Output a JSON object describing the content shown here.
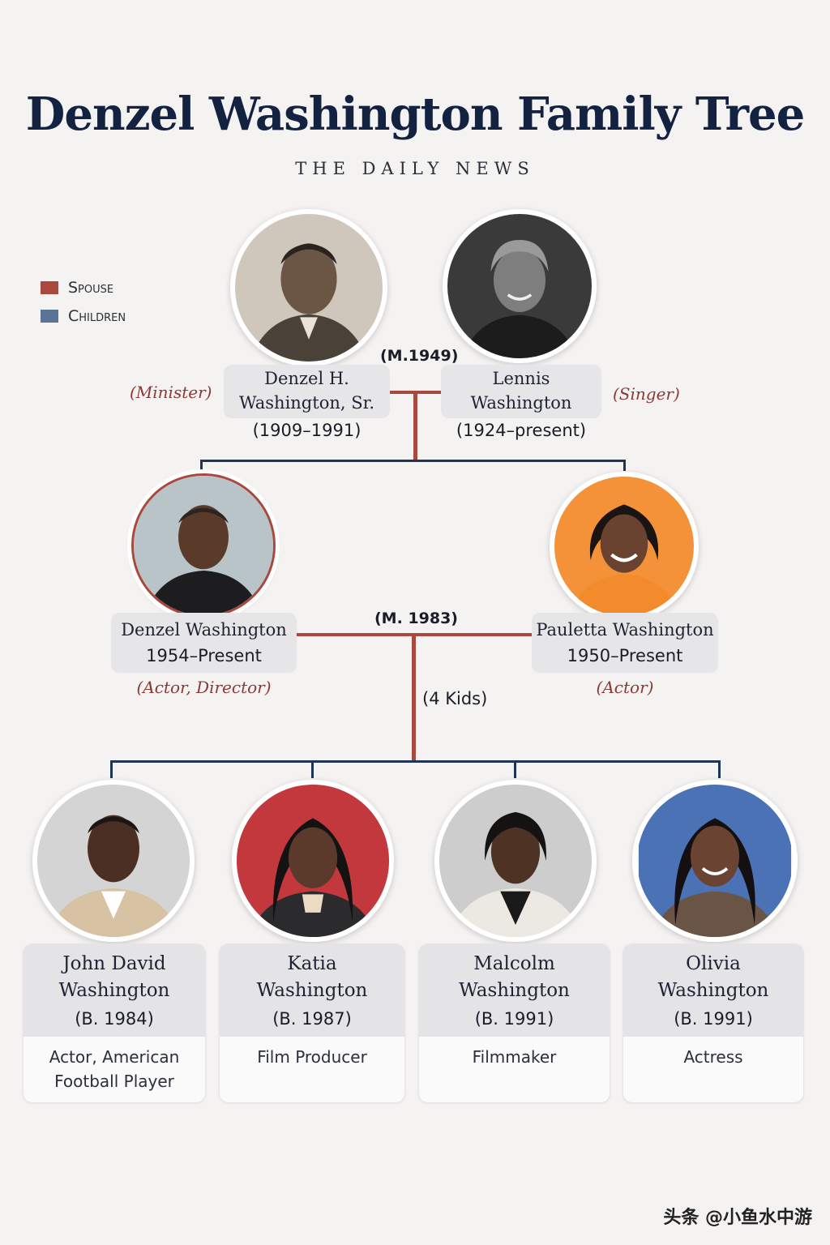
{
  "title": "Denzel Washington Family Tree",
  "subtitle": "THE DAILY NEWS",
  "legend": [
    {
      "label": "Spouse",
      "color": "#a9493d"
    },
    {
      "label": "Children",
      "color": "#5b7394"
    }
  ],
  "grandparents": {
    "father": {
      "name_line1": "Denzel H.",
      "name_line2": "Washington, Sr.",
      "years": "(1909–1991)",
      "role": "(Minister)"
    },
    "mother": {
      "name_line1": "Lennis",
      "name_line2": "Washington",
      "years": "(1924–present)",
      "role": "(Singer)"
    },
    "marriage": "(M.1949)"
  },
  "parents": {
    "father": {
      "name": "Denzel Washington",
      "years": "1954–Present",
      "role": "(Actor, Director)"
    },
    "mother": {
      "name": "Pauletta Washington",
      "years": "1950–Present",
      "role": "(Actor)"
    },
    "marriage": "(M. 1983)",
    "kids": "(4 Kids)"
  },
  "children": [
    {
      "name_line1": "John David",
      "name_line2": "Washington",
      "born": "(B. 1984)",
      "role_line1": "Actor, American",
      "role_line2": "Football Player"
    },
    {
      "name_line1": "Katia",
      "name_line2": "Washington",
      "born": "(B. 1987)",
      "role_line1": "Film Producer",
      "role_line2": ""
    },
    {
      "name_line1": "Malcolm",
      "name_line2": "Washington",
      "born": "(B. 1991)",
      "role_line1": "Filmmaker",
      "role_line2": ""
    },
    {
      "name_line1": "Olivia",
      "name_line2": "Washington",
      "born": "(B. 1991)",
      "role_line1": "Actress",
      "role_line2": ""
    }
  ],
  "watermark": "头条 @小鱼水中游"
}
